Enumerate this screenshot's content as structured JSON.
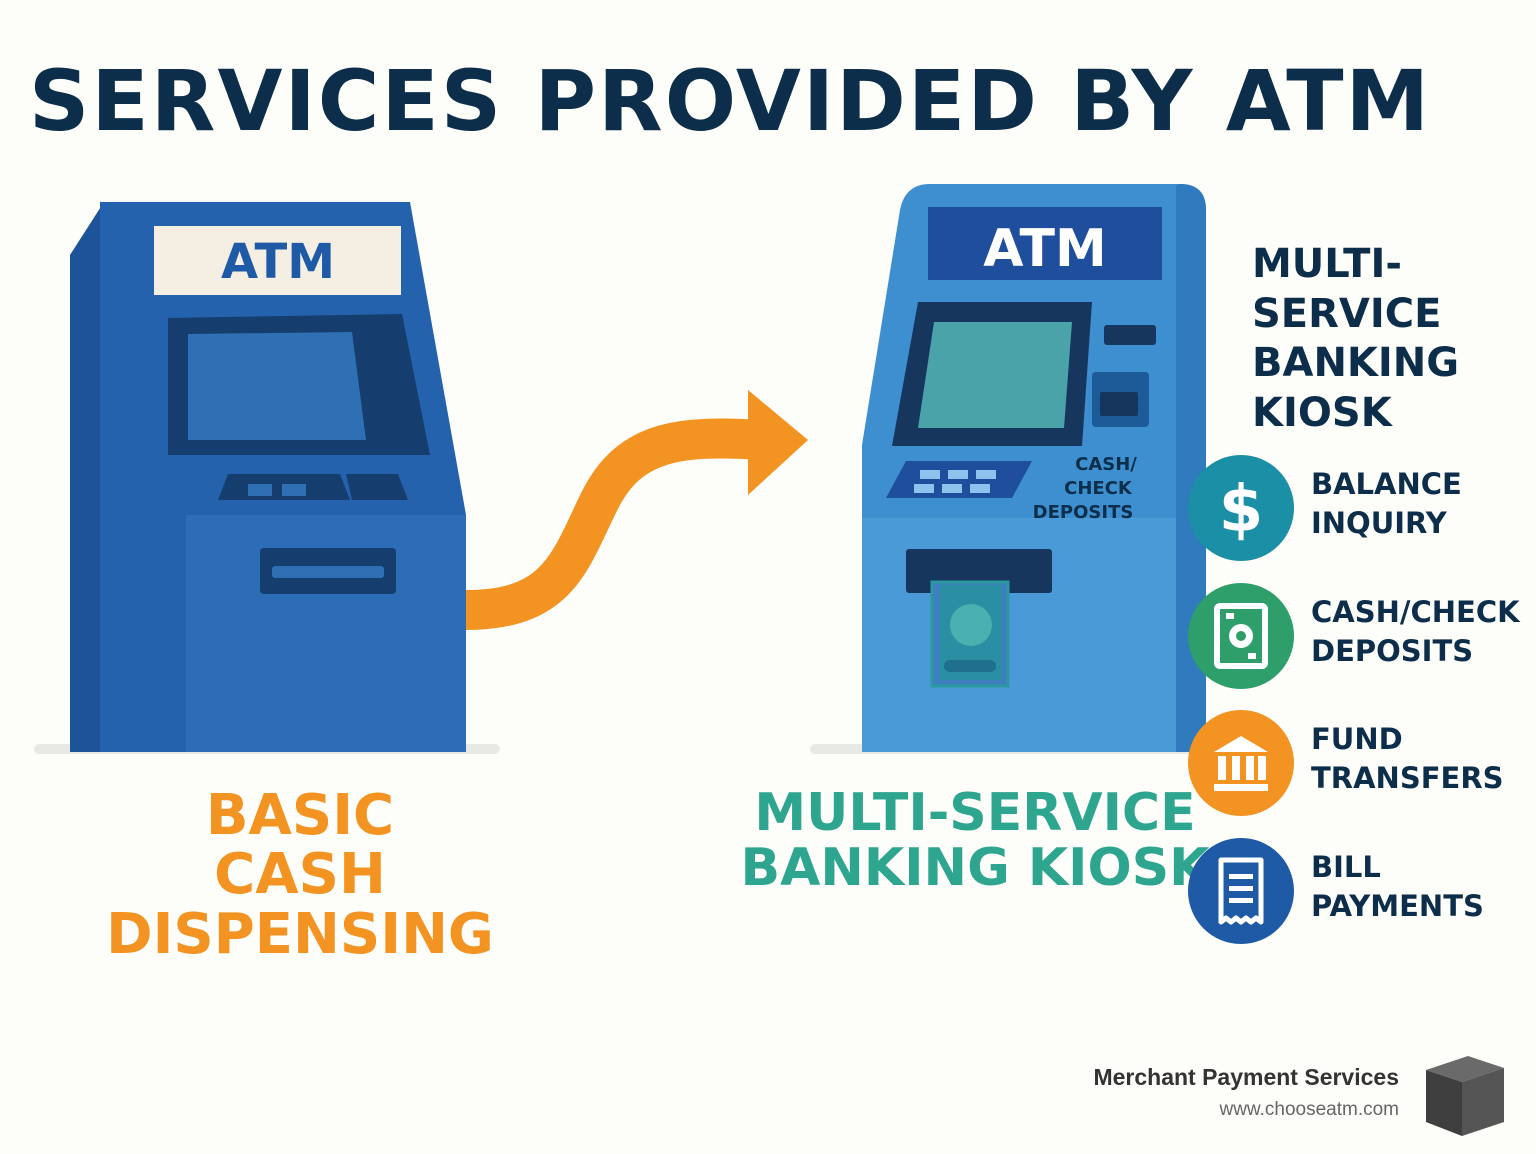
{
  "title": "SERVICES PROVIDED BY ATM",
  "basic_atm": {
    "sign": "ATM",
    "label_line1": "BASIC",
    "label_line2": "CASH DISPENSING"
  },
  "kiosk_atm": {
    "sign": "ATM",
    "deposit_label_line1": "CASH/",
    "deposit_label_line2": "CHECK",
    "deposit_label_line3": "DEPOSITS",
    "label_line1": "MULTI-SERVICE",
    "label_line2": "BANKING KIOSK"
  },
  "side_panel": {
    "title_lines": [
      "MULTI-",
      "SERVICE",
      "BANKING",
      "KIOSK"
    ],
    "services": [
      {
        "line1": "BALANCE",
        "line2": "INQUIRY",
        "icon": "dollar-icon",
        "color": "#1b8fa5"
      },
      {
        "line1": "CASH/CHECK",
        "line2": "DEPOSITS",
        "icon": "cash-bill-icon",
        "color": "#2e9e6b"
      },
      {
        "line1": "FUND",
        "line2": "TRANSFERS",
        "icon": "bank-icon",
        "color": "#f39322"
      },
      {
        "line1": "BILL",
        "line2": "PAYMENTS",
        "icon": "receipt-icon",
        "color": "#1f5aa6"
      }
    ]
  },
  "footer": {
    "brand": "Merchant Payment Services",
    "url": "www.chooseatm.com"
  },
  "colors": {
    "title": "#0d2e4a",
    "orange": "#f39322",
    "teal": "#2ea58f",
    "atm_dark_blue": "#1f5aa6",
    "atm_light_blue": "#3d8fd0"
  }
}
